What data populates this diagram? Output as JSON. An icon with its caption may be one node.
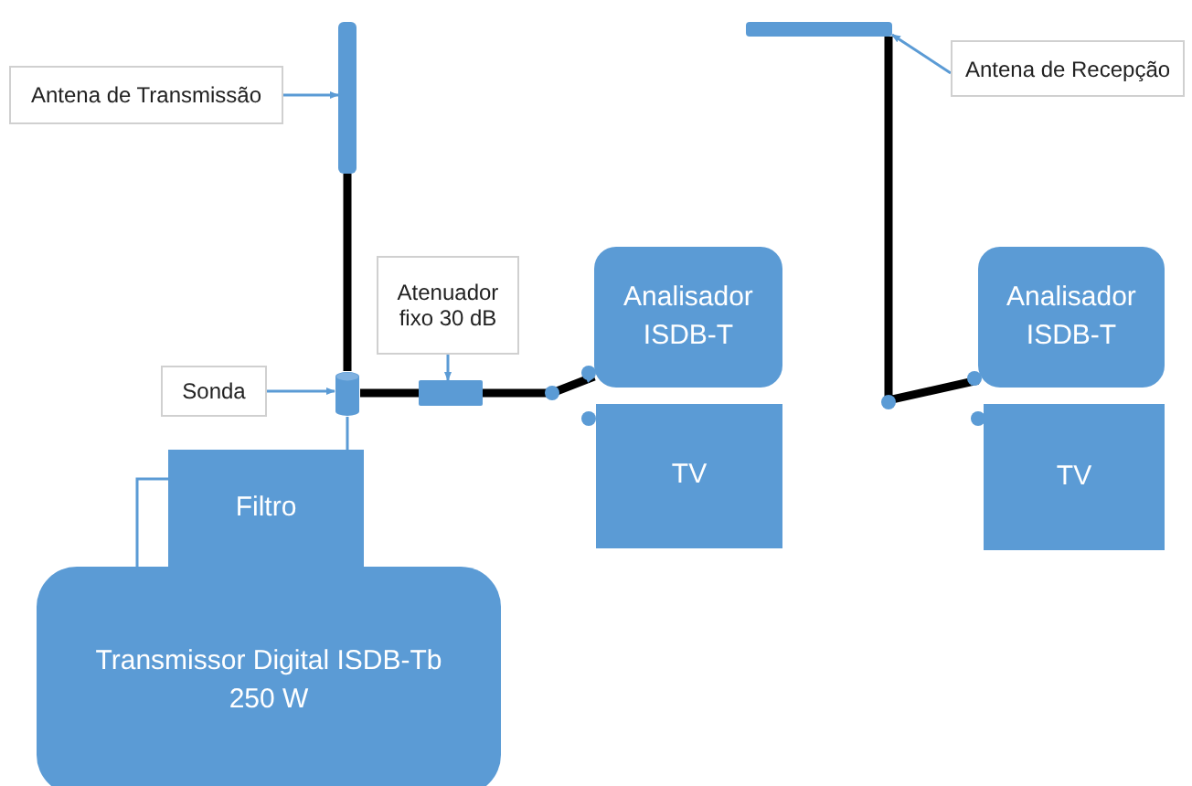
{
  "diagram": {
    "nodes": [
      {
        "text": [
          "Antena de Transmissão"
        ]
      },
      {
        "text": [],
        "shape": "bar"
      },
      {
        "text": [
          "Antena de Recepção"
        ]
      },
      {
        "text": [],
        "shape": "bar"
      },
      {
        "text": [
          "Atenuador fixo 30 dB"
        ]
      },
      {
        "text": [
          "Sonda"
        ]
      },
      {
        "text": [],
        "shape": "cylinder"
      },
      {
        "text": [],
        "shape": "box"
      },
      {
        "text": [
          "Analisador ISDB-T"
        ]
      },
      {
        "text": [
          "TV"
        ]
      },
      {
        "text": [
          "Analisador ISDB-T"
        ]
      },
      {
        "text": [
          "TV"
        ]
      },
      {
        "text": [
          "Filtro"
        ]
      },
      {
        "text": [
          "Transmissor Digital ISDB-Tb 250 W"
        ]
      }
    ],
    "edges": [
      {
        "from": 0,
        "to": 1,
        "arrow": "to"
      },
      {
        "from": 2,
        "to": 3,
        "arrow": "to"
      },
      {
        "from": 5,
        "to": 6,
        "arrow": "to"
      },
      {
        "from": 4,
        "to": 7,
        "arrow": "to"
      },
      {
        "from": 1,
        "to": 6,
        "arrow": "none",
        "style": "thick",
        "color": "#000000"
      },
      {
        "from": 6,
        "to": 7,
        "arrow": "none",
        "style": "thick",
        "color": "#000000"
      },
      {
        "from": 7,
        "to": 8,
        "arrow": "to",
        "style": "thick",
        "color": "#000000"
      },
      {
        "from": 3,
        "to": 10,
        "arrow": "to",
        "style": "thick",
        "color": "#000000"
      },
      {
        "from": 6,
        "to": 12,
        "arrow": "none"
      },
      {
        "from": 12,
        "to": 13,
        "arrow": "none"
      }
    ]
  }
}
